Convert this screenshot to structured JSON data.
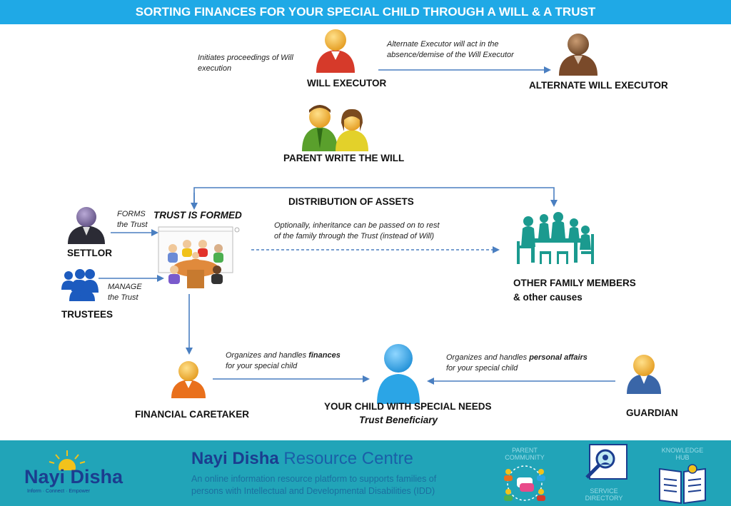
{
  "title": "SORTING FINANCES FOR YOUR SPECIAL CHILD THROUGH A WILL & A TRUST",
  "nodes": {
    "will_executor": "WILL EXECUTOR",
    "alternate_executor": "ALTERNATE WILL EXECUTOR",
    "parent": "PARENT WRITE THE WILL",
    "distribution": "DISTRIBUTION OF ASSETS",
    "trust": "TRUST IS FORMED",
    "settlor": "SETTLOR",
    "trustees": "TRUSTEES",
    "family": "OTHER FAMILY MEMBERS",
    "family_2": "& other causes",
    "caretaker": "FINANCIAL CARETAKER",
    "child": "YOUR CHILD WITH SPECIAL NEEDS",
    "child_sub": "Trust Beneficiary",
    "guardian": "GUARDIAN"
  },
  "notes": {
    "initiates_1": "Initiates proceedings of Will",
    "initiates_2": "execution",
    "alternate_1": "Alternate Executor will act in the",
    "alternate_2": "absence/demise of the Will Executor",
    "forms_1": "FORMS",
    "forms_2": "the Trust",
    "manage_1": "MANAGE",
    "manage_2": "the Trust",
    "optional_1": "Optionally, inheritance can be passed on to rest",
    "optional_2": "of the family through the Trust (instead of Will)",
    "finances_pre": "Organizes and handles ",
    "finances_bold": "finances",
    "finances_2": "for your special child",
    "personal_pre": "Organizes and handles ",
    "personal_bold": "personal affairs",
    "personal_2": "for your special child"
  },
  "footer": {
    "logo_text": "Nayi Disha",
    "logo_tag": "Inform · Connect · Empower",
    "org_bold": "Nayi Disha",
    "org_rest": " Resource Centre",
    "desc_1": "An online information resource platform to supports families of",
    "desc_2": "persons with Intellectual and Developmental Disabilities (IDD)",
    "icon1_label_1": "PARENT",
    "icon1_label_2": "COMMUNITY",
    "icon2_label_1": "SERVICE",
    "icon2_label_2": "DIRECTORY",
    "icon3_label_1": "KNOWLEDGE",
    "icon3_label_2": "HUB"
  },
  "colors": {
    "title_bg": "#1fa9e6",
    "footer_bg": "#21a4b8",
    "arrow": "#4a7fc1",
    "executor": "#d63a2a",
    "alternate": "#7a4a2a",
    "caretaker": "#e9701c",
    "child": "#2ba5e6",
    "guardian": "#3a66a8",
    "settlor": "#2b2b35",
    "trustees": "#1c5bbf",
    "family": "#1b9a8f"
  }
}
